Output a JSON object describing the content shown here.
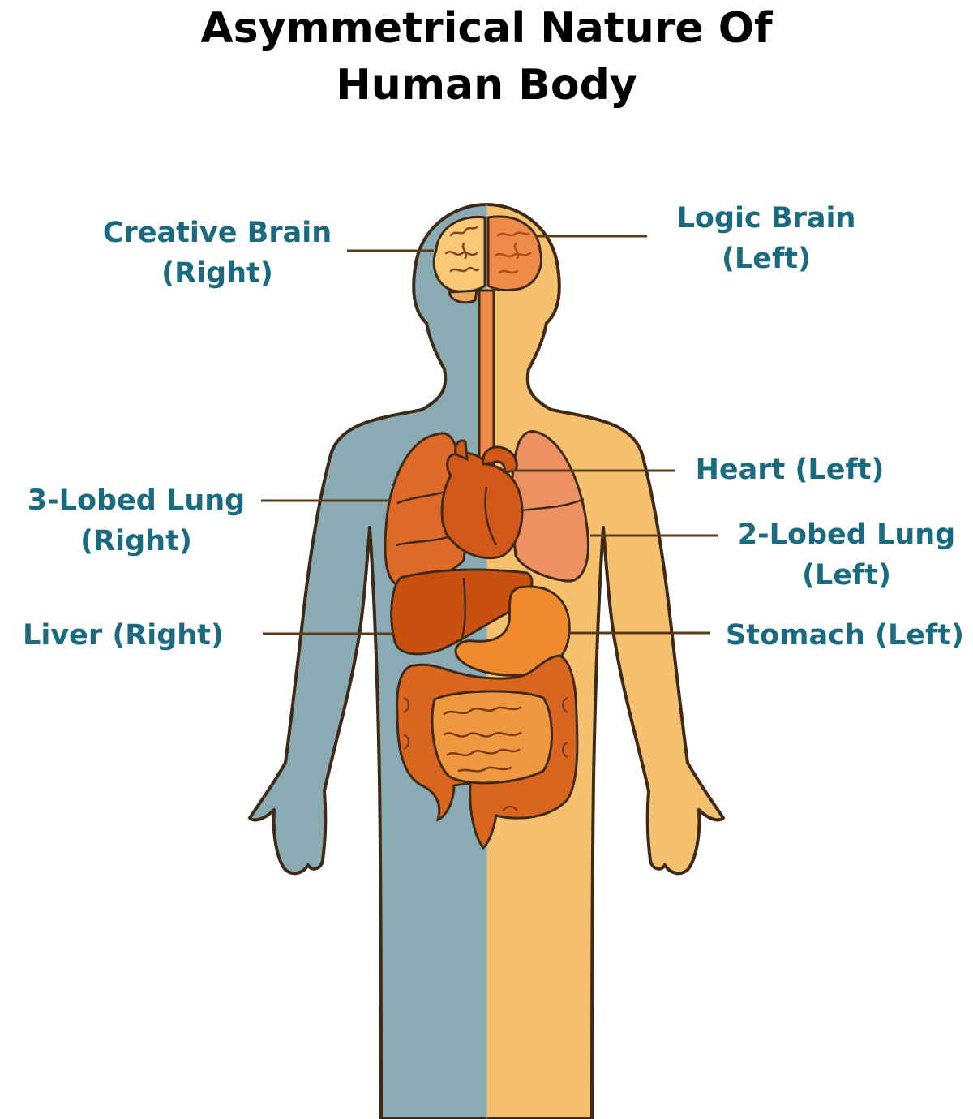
{
  "title": {
    "line1": "Asymmetrical Nature Of",
    "line2": "Human Body"
  },
  "labels": {
    "creative_brain": {
      "line1": "Creative Brain",
      "line2": "(Right)"
    },
    "logic_brain": {
      "line1": "Logic Brain",
      "line2": "(Left)"
    },
    "heart": {
      "line1": "Heart (Left)"
    },
    "lung_3_lobed": {
      "line1": "3-Lobed Lung",
      "line2": "(Right)"
    },
    "lung_2_lobed": {
      "line1": "2-Lobed Lung",
      "line2": "(Left)"
    },
    "liver": {
      "line1": "Liver (Right)"
    },
    "stomach": {
      "line1": "Stomach (Left)"
    }
  },
  "colors": {
    "label_text": "#1b6b80",
    "body_right_side": "#8aabb4",
    "body_left_side": "#f6c16f",
    "organ": "#d9651f",
    "outline": "#3e2a16"
  }
}
